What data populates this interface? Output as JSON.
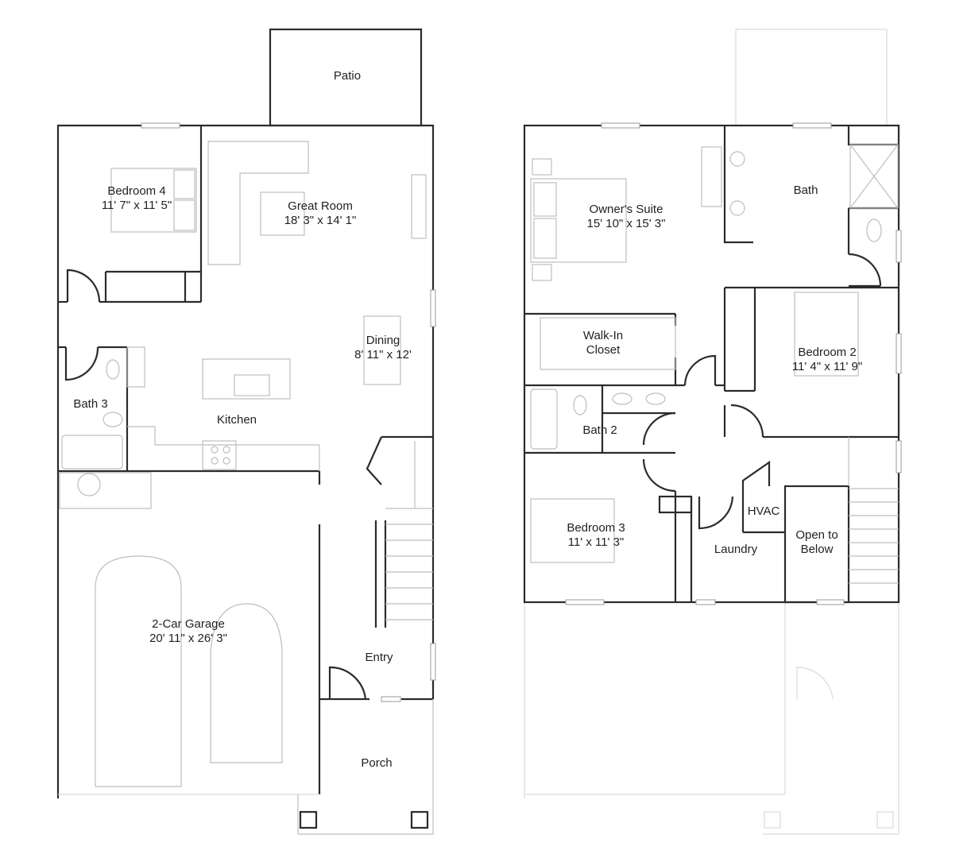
{
  "first_floor": {
    "rooms": [
      {
        "name": "Patio",
        "size": ""
      },
      {
        "name": "Bedroom 4",
        "size": "11' 7\" x 11' 5\""
      },
      {
        "name": "Great Room",
        "size": "18' 3\" x 14' 1\""
      },
      {
        "name": "Dining",
        "size": "8' 11\" x 12'"
      },
      {
        "name": "Bath 3",
        "size": ""
      },
      {
        "name": "Kitchen",
        "size": ""
      },
      {
        "name": "2-Car Garage",
        "size": "20' 11\" x 26' 3\""
      },
      {
        "name": "Entry",
        "size": ""
      },
      {
        "name": "Porch",
        "size": ""
      }
    ]
  },
  "second_floor": {
    "rooms": [
      {
        "name": "Owner's Suite",
        "size": "15' 10\" x 15' 3\""
      },
      {
        "name": "Bath",
        "size": ""
      },
      {
        "name": "Walk-In",
        "size": "Closet"
      },
      {
        "name": "Bedroom 2",
        "size": "11' 4\" x 11' 9\""
      },
      {
        "name": "Bath 2",
        "size": ""
      },
      {
        "name": "Bedroom 3",
        "size": "11' x 11' 3\""
      },
      {
        "name": "HVAC",
        "size": ""
      },
      {
        "name": "Laundry",
        "size": ""
      },
      {
        "name": "Open to",
        "size": "Below"
      }
    ]
  }
}
